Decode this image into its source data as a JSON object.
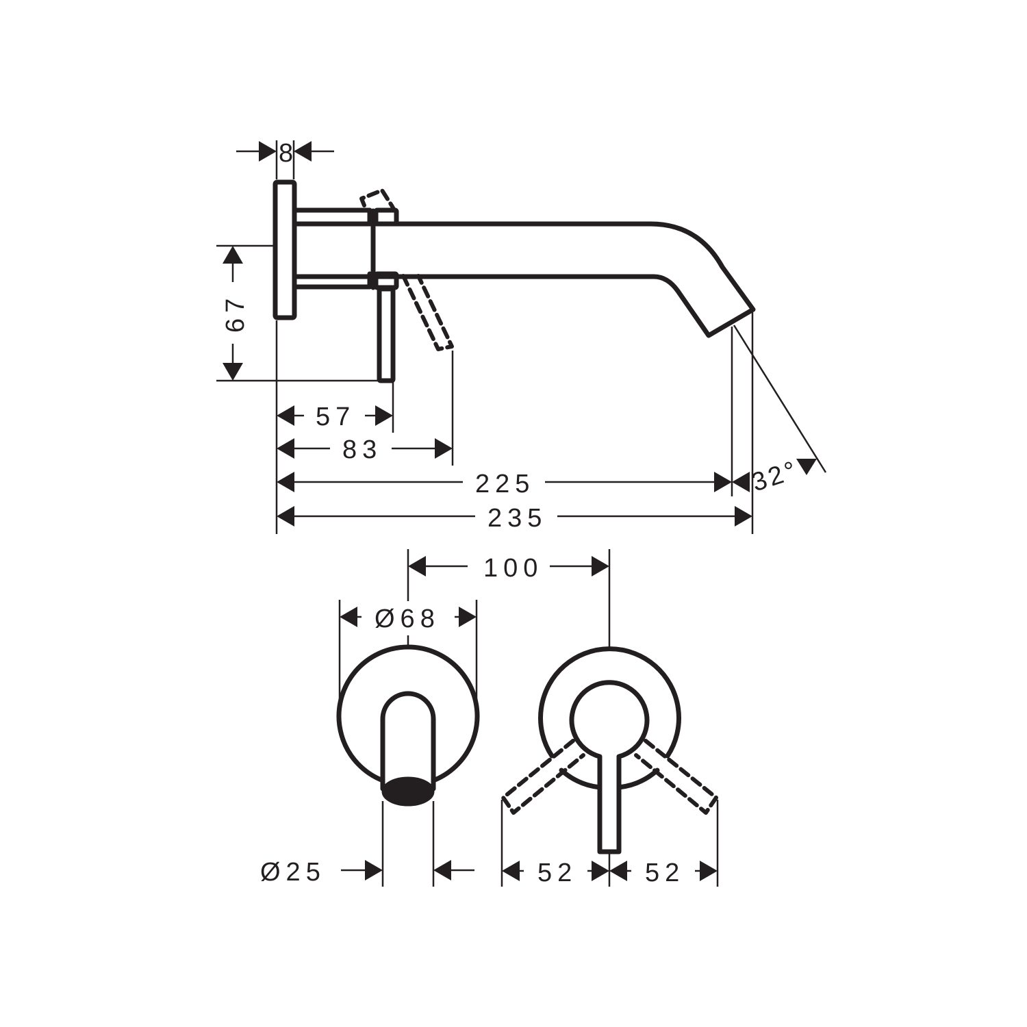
{
  "drawing": {
    "title": "Wall-mounted single lever basin mixer — dimension drawing",
    "units": "mm",
    "line_color": "#231f20",
    "background": "#ffffff"
  },
  "side_view": {
    "dimensions": {
      "plate_thickness": "8",
      "spout_height": "67",
      "lever_distance": "57",
      "lever_swing_distance": "83",
      "spout_projection": "225",
      "total_projection": "235",
      "outlet_angle": "32°"
    }
  },
  "front_view": {
    "dimensions": {
      "centre_distance": "100",
      "rosette_diameter": "Ø68",
      "spout_diameter": "Ø25",
      "lever_swing_left": "52",
      "lever_swing_right": "52"
    }
  }
}
